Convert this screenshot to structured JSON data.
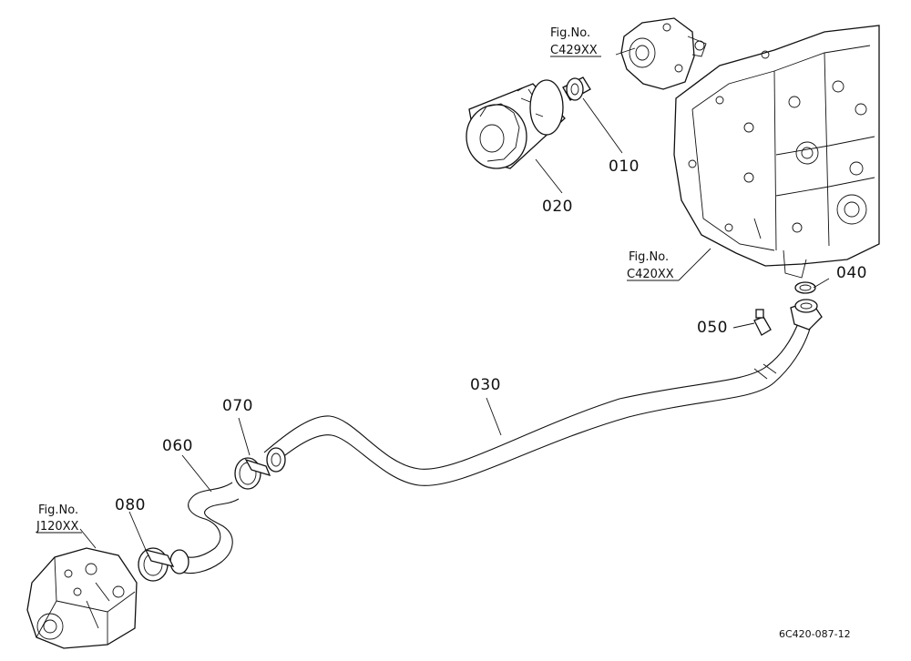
{
  "callouts": [
    {
      "id": "010",
      "label": "010"
    },
    {
      "id": "020",
      "label": "020"
    },
    {
      "id": "030",
      "label": "030"
    },
    {
      "id": "040",
      "label": "040"
    },
    {
      "id": "050",
      "label": "050"
    },
    {
      "id": "060",
      "label": "060"
    },
    {
      "id": "070",
      "label": "070"
    },
    {
      "id": "080",
      "label": "080"
    }
  ],
  "references": [
    {
      "line1": "Fig.No.",
      "line2": "C429XX"
    },
    {
      "line1": "Fig.No.",
      "line2": "C420XX"
    },
    {
      "line1": "Fig.No.",
      "line2": "J120XX"
    }
  ],
  "drawing_code": "6C420-087-12"
}
